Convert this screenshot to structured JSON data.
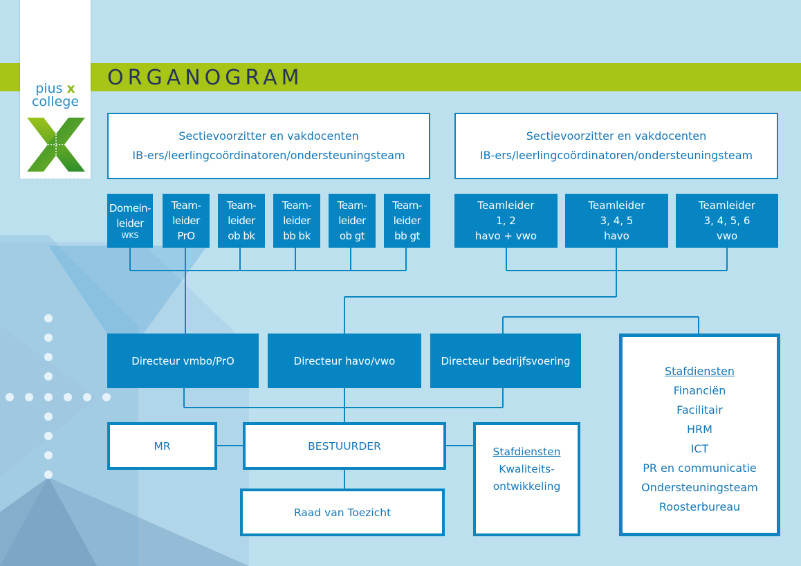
{
  "title": "ORGANOGRAM",
  "logo": {
    "line1_word": "pius",
    "line1_x": "x",
    "line2": "college"
  },
  "colors": {
    "background": "#bde0ef",
    "band": "#a6c516",
    "box_blue": "#0785c2",
    "box_border": "#0c86c0",
    "title": "#27335c"
  },
  "sectie": [
    {
      "line1": "Sectievoorzitter en vakdocenten",
      "line2": "IB-ers/leerlingcoördinatoren/ondersteuningsteam"
    },
    {
      "line1": "Sectievoorzitter en vakdocenten",
      "line2": "IB-ers/leerlingcoördinatoren/ondersteuningsteam"
    }
  ],
  "vmbo_leaders": [
    {
      "l1": "Domein-",
      "l2": "leider",
      "l3": "WKS"
    },
    {
      "l1": "Team-",
      "l2": "leider",
      "l3": "PrO"
    },
    {
      "l1": "Team-",
      "l2": "leider",
      "l3": "ob bk"
    },
    {
      "l1": "Team-",
      "l2": "leider",
      "l3": "bb bk"
    },
    {
      "l1": "Team-",
      "l2": "leider",
      "l3": "ob gt"
    },
    {
      "l1": "Team-",
      "l2": "leider",
      "l3": "bb gt"
    }
  ],
  "havo_leaders": [
    {
      "l1": "Teamleider",
      "l2": "1, 2",
      "l3": "havo + vwo"
    },
    {
      "l1": "Teamleider",
      "l2": "3, 4, 5",
      "l3": "havo"
    },
    {
      "l1": "Teamleider",
      "l2": "3, 4, 5, 6",
      "l3": "vwo"
    }
  ],
  "directors": {
    "vmbo": "Directeur vmbo/PrO",
    "havo": "Directeur havo/vwo",
    "bedrijf": "Directeur bedrijfsvoering"
  },
  "bottom": {
    "mr": "MR",
    "bestuurder": "BESTUURDER",
    "raad": "Raad van Toezicht"
  },
  "staf_small": {
    "heading": "Stafdiensten",
    "l1": "Kwaliteits-",
    "l2": "ontwikkeling"
  },
  "staf_big": {
    "heading": "Stafdiensten",
    "items": [
      "Financiën",
      "Facilitair",
      "HRM",
      "ICT",
      "PR en communicatie",
      "Ondersteuningsteam",
      "Roosterbureau"
    ]
  }
}
